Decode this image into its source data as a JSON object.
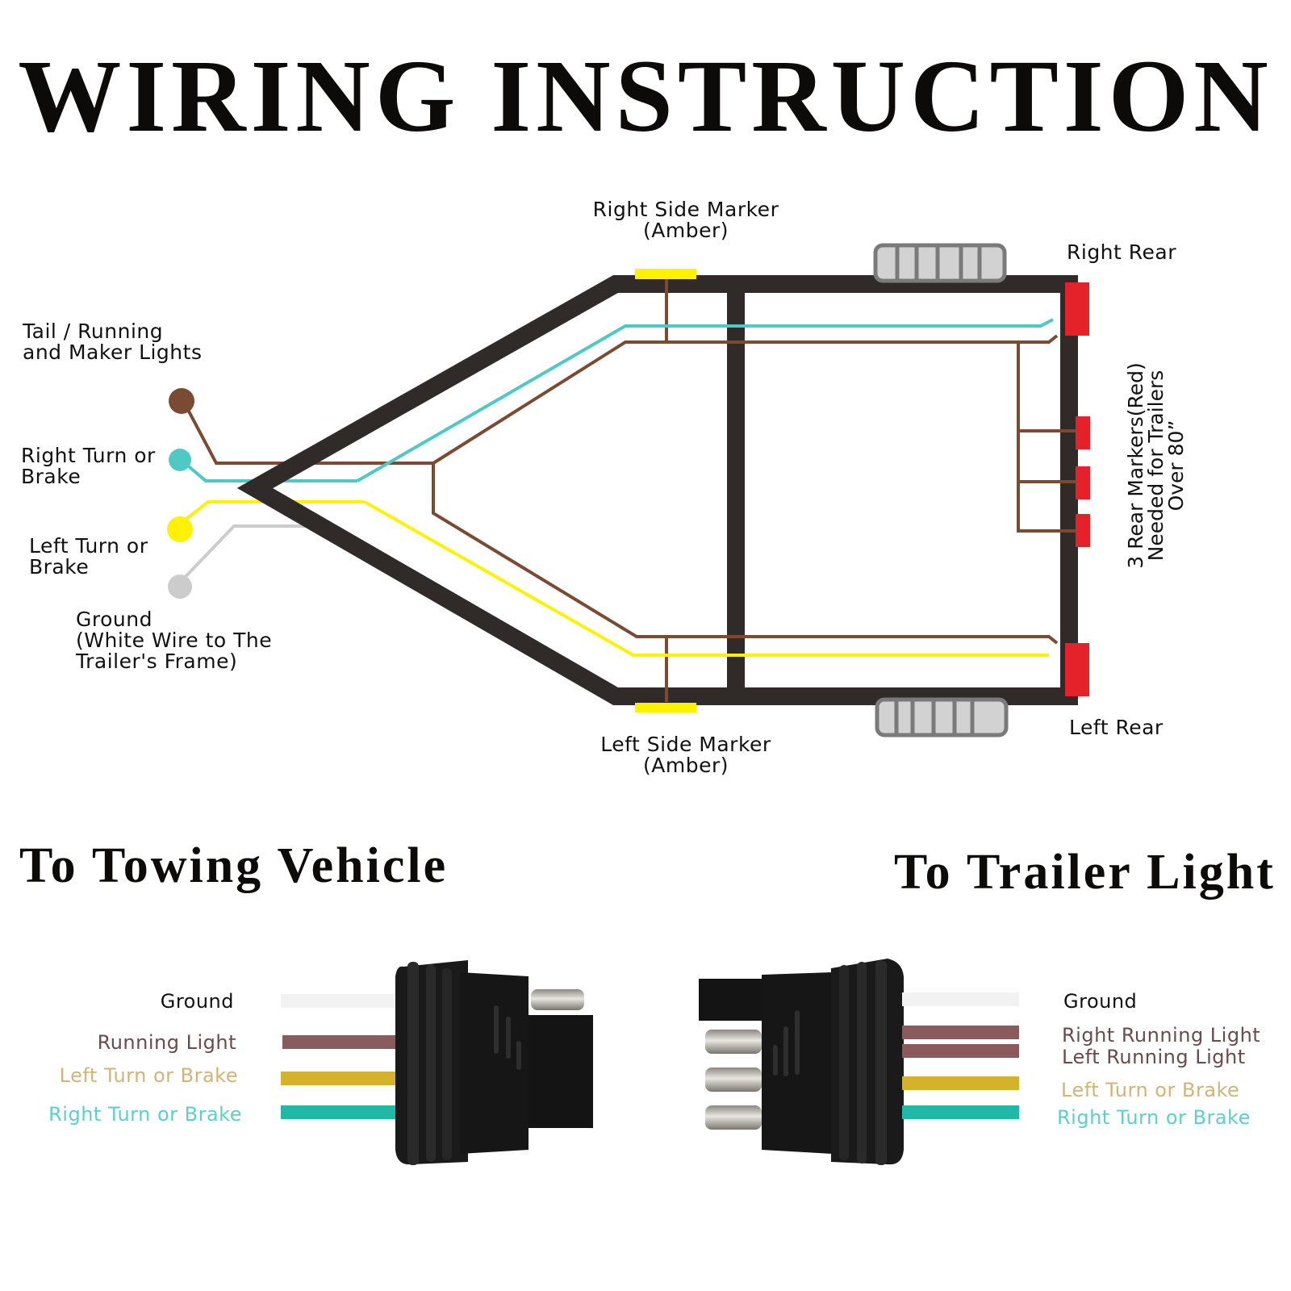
{
  "title": "WIRING INSTRUCTION",
  "colors": {
    "frame": "#302a28",
    "brown_wire": "#7a4a32",
    "teal_wire": "#4ec9c4",
    "yellow_wire": "#fff200",
    "gray_wire": "#cccccc",
    "amber_marker": "#fff200",
    "red_light": "#e52229",
    "tire_fill": "#d2d2d2",
    "tire_stroke": "#7a7a7a",
    "label_brown": "#6a4a4a",
    "label_gold": "#d2b478",
    "label_teal": "#5ccfcc"
  },
  "diagram": {
    "wire_labels": {
      "tail_running": [
        "Tail / Running",
        "and Maker Lights"
      ],
      "right_turn": [
        "Right Turn or",
        "Brake"
      ],
      "left_turn": [
        "Left Turn or",
        "Brake"
      ],
      "ground": [
        "Ground",
        "(White Wire to The",
        "Trailer's Frame)"
      ]
    },
    "right_side_marker": [
      "Right Side Marker",
      "(Amber)"
    ],
    "left_side_marker": [
      "Left Side Marker",
      "(Amber)"
    ],
    "right_rear": "Right Rear",
    "left_rear": "Left Rear",
    "rear_markers_note": [
      "3 Rear Markers(Red)",
      "Needed for Trailers",
      "Over  80”"
    ]
  },
  "towing_vehicle": {
    "heading": "To Towing Vehicle",
    "wires": [
      {
        "label": "Ground",
        "color": "#111111",
        "wire_color": "#f2f2f2"
      },
      {
        "label": "Running Light",
        "color": "#6a4a4a",
        "wire_color": "#8a5a5c"
      },
      {
        "label": "Left Turn or Brake",
        "color": "#d2b478",
        "wire_color": "#d4b22c"
      },
      {
        "label": "Right Turn or Brake",
        "color": "#5ccfcc",
        "wire_color": "#22b8a8"
      }
    ]
  },
  "trailer_light": {
    "heading": "To Trailer Light",
    "wires": [
      {
        "label": "Ground",
        "color": "#111111",
        "wire_color": "#f2f2f2"
      },
      {
        "label": "Right Running Light",
        "color": "#6a4a4a",
        "wire_color": "#8a5a5c"
      },
      {
        "label": "Left Running Light",
        "color": "#6a4a4a",
        "wire_color": "#8a5a5c"
      },
      {
        "label": "Left Turn or Brake",
        "color": "#d2b478",
        "wire_color": "#d4b22c"
      },
      {
        "label": "Right Turn or Brake",
        "color": "#5ccfcc",
        "wire_color": "#22b8a8"
      }
    ]
  }
}
